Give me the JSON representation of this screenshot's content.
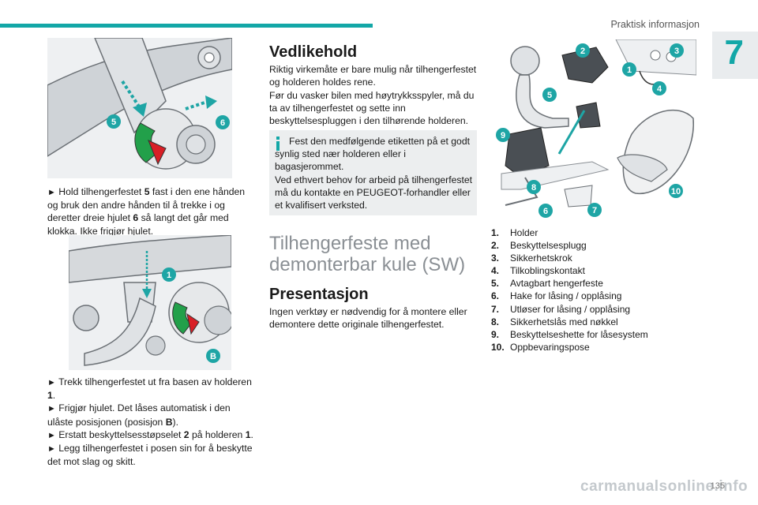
{
  "header": {
    "title": "Praktisk informasjon",
    "chapter": "7",
    "page": "135"
  },
  "watermark": "carmanualsonline.info",
  "colors": {
    "accent": "#13a7a7",
    "badge": "#1ea5a5",
    "green": "#22a04a",
    "red": "#d81f26"
  },
  "figures": {
    "fig1_labels": [
      "5",
      "6"
    ],
    "fig2_labels": [
      "1",
      "B"
    ],
    "fig3_labels": [
      "1",
      "2",
      "3",
      "4",
      "5",
      "6",
      "7",
      "8",
      "9",
      "10"
    ]
  },
  "left": {
    "step1": {
      "arrow": "►",
      "pre": "Hold tilhengerfestet ",
      "b1": "5",
      "mid": " fast i den ene hånden og bruk den andre hånden til å trekke i og deretter dreie hjulet ",
      "b2": "6",
      "post": " så langt det går med klokka. Ikke frigjør hjulet."
    },
    "step2": {
      "arrow": "►",
      "pre": "Trekk tilhengerfestet ut fra basen av holderen ",
      "b1": "1",
      "post": "."
    },
    "step3": {
      "arrow": "►",
      "pre": "Frigjør hjulet. Det låses automatisk i den ulåste posisjonen (posisjon ",
      "b1": "B",
      "post": ")."
    },
    "step4": {
      "arrow": "►",
      "pre": "Erstatt beskyttelsesstøpselet ",
      "b1": "2",
      "mid": " på holderen ",
      "b2": "1",
      "post": "."
    },
    "step5": {
      "arrow": "►",
      "text": "Legg tilhengerfestet i posen sin for å beskytte det mot slag og skitt."
    }
  },
  "middle": {
    "maintenance_heading": "Vedlikehold",
    "maintenance_text_1": "Riktig virkemåte er bare mulig når tilhengerfestet og holderen holdes rene.",
    "maintenance_text_2": "Før du vasker bilen med høytrykksspyler, må du ta av tilhengerfestet og sette inn beskyttelsespluggen i den tilhørende holderen.",
    "info_text_1": "Fest den medfølgende etiketten på et godt synlig sted nær holderen eller i bagasjerommet.",
    "info_text_2": "Ved ethvert behov for arbeid på tilhengerfestet må du kontakte en PEUGEOT-forhandler eller et kvalifisert verksted.",
    "section_title": "Tilhengerfeste med demonterbar kule (SW)",
    "presentation_heading": "Presentasjon",
    "presentation_text": "Ingen verktøy er nødvendig for å montere eller demontere dette originale tilhengerfestet."
  },
  "legend": [
    {
      "n": "1.",
      "label": "Holder"
    },
    {
      "n": "2.",
      "label": "Beskyttelsesplugg"
    },
    {
      "n": "3.",
      "label": "Sikkerhetskrok"
    },
    {
      "n": "4.",
      "label": "Tilkoblingskontakt"
    },
    {
      "n": "5.",
      "label": "Avtagbart hengerfeste"
    },
    {
      "n": "6.",
      "label": "Hake for låsing / opplåsing"
    },
    {
      "n": "7.",
      "label": "Utløser for låsing / opplåsing"
    },
    {
      "n": "8.",
      "label": "Sikkerhetslås med nøkkel"
    },
    {
      "n": "9.",
      "label": "Beskyttelseshette for låsesystem"
    },
    {
      "n": "10.",
      "label": "Oppbevaringspose"
    }
  ]
}
